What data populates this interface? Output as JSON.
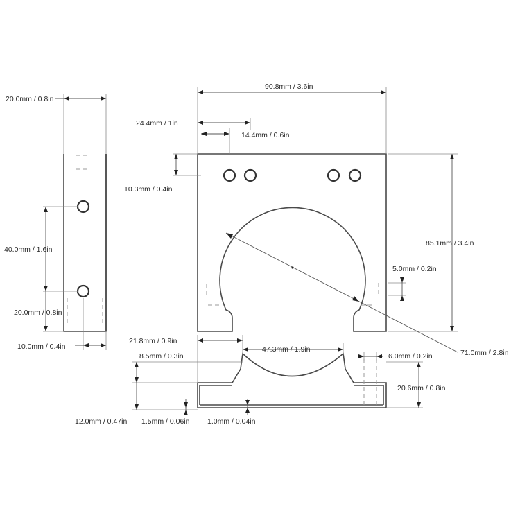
{
  "side_view": {
    "width": "20.0mm / 0.8in",
    "hole_spacing": "40.0mm / 1.6in",
    "hole_to_bottom": "20.0mm / 0.8in",
    "bottom_offset": "10.0mm / 0.4in"
  },
  "front_view": {
    "overall_width": "90.8mm / 3.6in",
    "edge_to_hole": "24.4mm / 1in",
    "hole_pitch": "14.4mm / 0.6in",
    "top_to_holes": "10.3mm / 0.4in",
    "height": "85.1mm / 3.4in",
    "slot": "5.0mm / 0.2in",
    "bore_diameter": "71.0mm / 2.8in"
  },
  "bottom_view": {
    "foot_width": "21.8mm / 0.9in",
    "opening_width": "47.3mm / 1.9in",
    "flange": "8.5mm / 0.3in",
    "total_depth": "12.0mm / 0.47in",
    "thickness": "1.5mm / 0.06in",
    "gap": "1.0mm / 0.04in",
    "slot_width": "6.0mm / 0.2in",
    "height": "20.6mm / 0.8in"
  }
}
